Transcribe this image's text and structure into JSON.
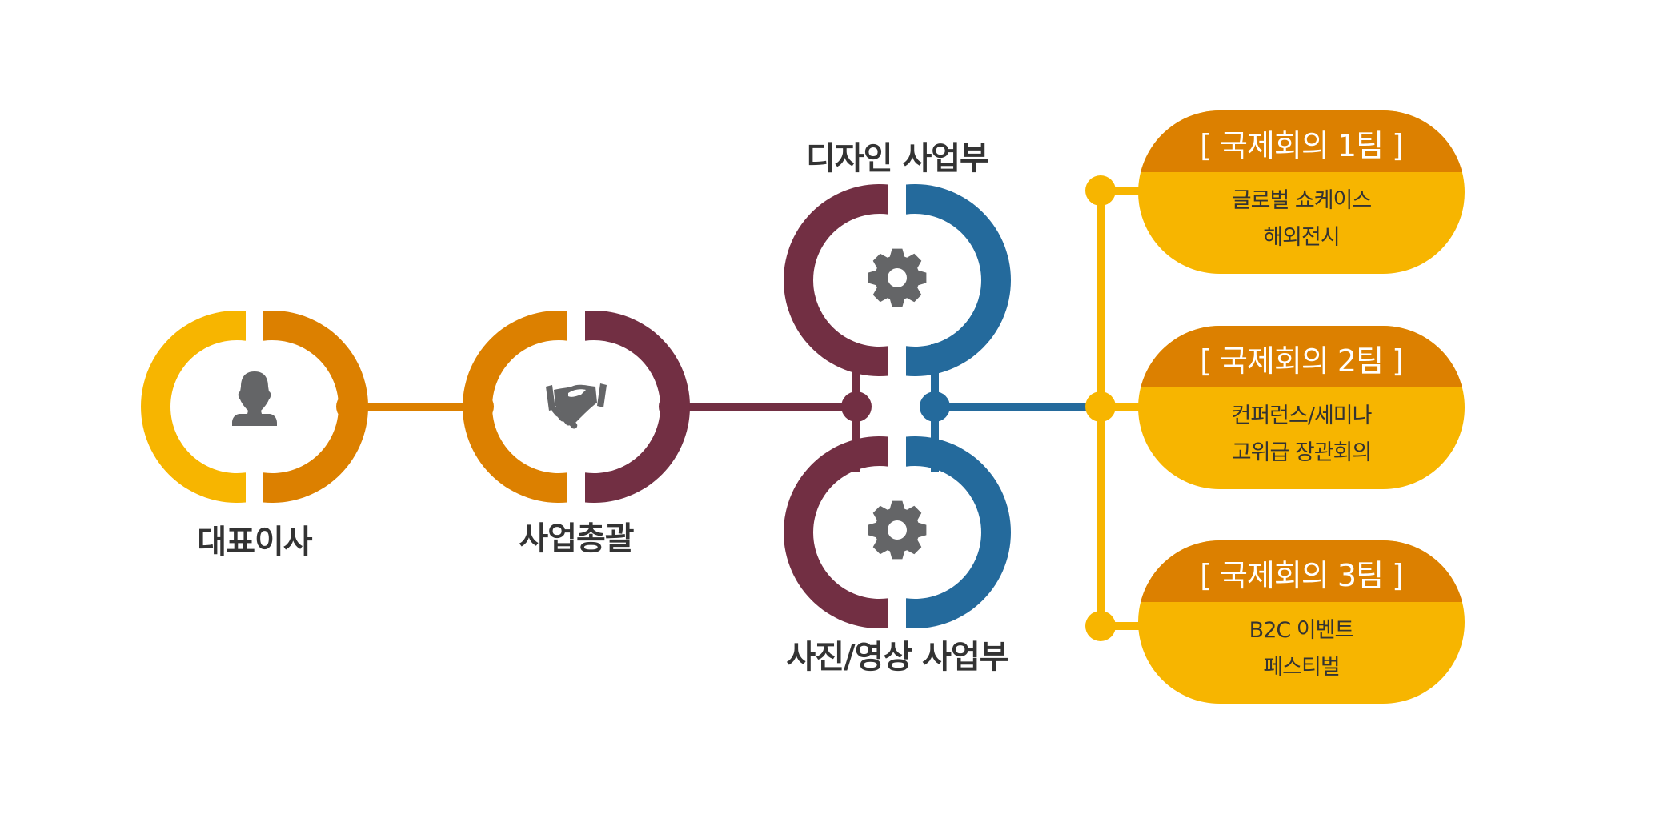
{
  "colors": {
    "yellow": "#F7B500",
    "orange": "#DC8000",
    "maroon": "#722F43",
    "blue": "#246A9C",
    "icon_gray": "#646567",
    "text": "#333333",
    "white": "#FFFFFF"
  },
  "nodes": [
    {
      "id": "ceo",
      "label": "대표이사",
      "icon": "person-icon",
      "left_color": "yellow",
      "right_color": "orange"
    },
    {
      "id": "general-management",
      "label": "사업총괄",
      "icon": "handshake-icon",
      "left_color": "orange",
      "right_color": "maroon"
    },
    {
      "id": "design-division",
      "label": "디자인 사업부",
      "icon": "gear-icon",
      "left_color": "maroon",
      "right_color": "blue"
    },
    {
      "id": "photo-video-division",
      "label": "사진/영상 사업부",
      "icon": "gear-icon",
      "left_color": "maroon",
      "right_color": "blue"
    }
  ],
  "teams": [
    {
      "title": "[ 국제회의 1팀 ]",
      "lines": [
        "글로벌 쇼케이스",
        "해외전시"
      ]
    },
    {
      "title": "[ 국제회의 2팀 ]",
      "lines": [
        "컨퍼런스/세미나",
        "고위급 장관회의"
      ]
    },
    {
      "title": "[ 국제회의 3팀 ]",
      "lines": [
        "B2C 이벤트",
        "페스티벌"
      ]
    }
  ]
}
